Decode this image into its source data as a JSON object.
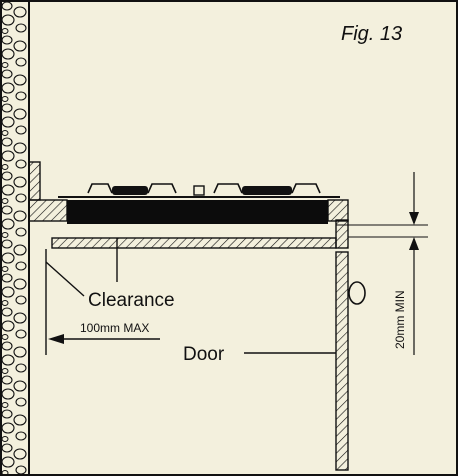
{
  "figure_label": "Fig. 13",
  "labels": {
    "clearance": "Clearance",
    "max_distance": "100mm MAX",
    "door": "Door",
    "min_gap": "20mm MIN"
  },
  "colors": {
    "background": "#f3f0dd",
    "ink": "#111111",
    "hob_fill": "#0c0c0c"
  }
}
